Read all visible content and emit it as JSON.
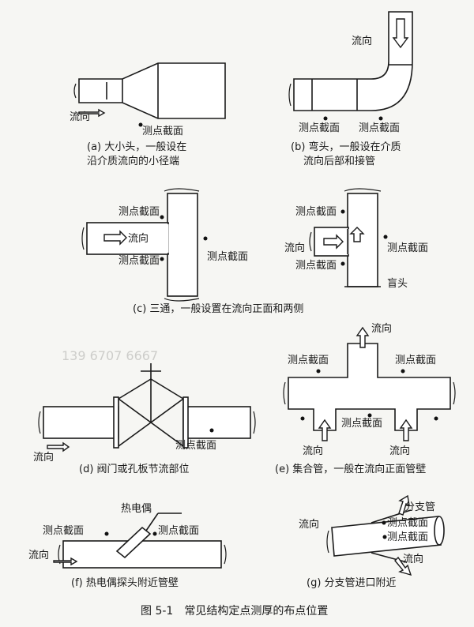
{
  "labels": {
    "flow": "流向",
    "section": "测点截面",
    "blind": "盲头",
    "thermocouple": "热电偶",
    "branch": "分支管",
    "watermark": "139 6707 6667"
  },
  "captions": {
    "a1": "(a) 大小头，一般设在",
    "a2": "沿介质流向的小径端",
    "b1": "(b) 弯头，一般设在介质",
    "b2": "流向后部和接管",
    "c": "(c) 三通，一般设置在流向正面和两侧",
    "d": "(d) 阀门或孔板节流部位",
    "e": "(e) 集合管，一般在流向正面管壁",
    "f": "(f) 热电偶探头附近管壁",
    "g": "(g) 分支管进口附近"
  },
  "figure_title": "图 5-1　常见结构定点测厚的布点位置"
}
